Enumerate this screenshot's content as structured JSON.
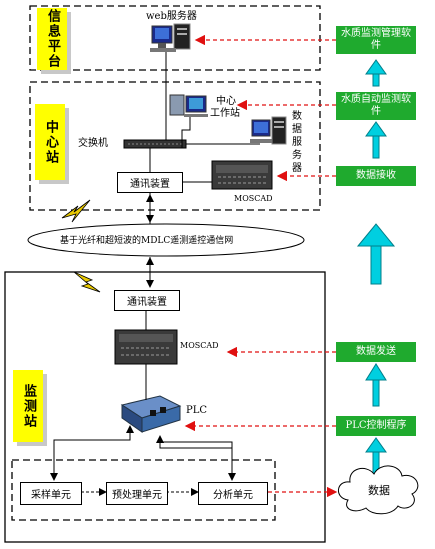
{
  "zones": {
    "info_platform": "信息平台",
    "center_station": "中心站",
    "monitor_station": "监测站"
  },
  "labels": {
    "web_server": "web服务器",
    "center_workstation_line1": "中心",
    "center_workstation_line2": "工作站",
    "data_server": "数据服务器",
    "switch": "交换机",
    "moscad_center": "MOSCAD",
    "moscad_station": "MOSCAD",
    "plc": "PLC",
    "network": "基于光纤和超短波的MDLC遥测遥控通信网",
    "comm_device_center": "通讯装置",
    "comm_device_station": "通讯装置"
  },
  "units": {
    "sampling": "采样单元",
    "preprocessing": "预处理单元",
    "analysis": "分析单元"
  },
  "right_column": {
    "mgmt_software": "水质监测管理软件",
    "auto_monitor_software": "水质自动监测软件",
    "data_receive": "数据接收",
    "data_send": "数据发送",
    "plc_program": "PLC控制程序",
    "data_cloud": "数据"
  },
  "colors": {
    "green": "#1faa2e",
    "cyan_arrow": "#00cfe0",
    "red_arrow": "#e01010",
    "yellow": "#ffff00"
  }
}
